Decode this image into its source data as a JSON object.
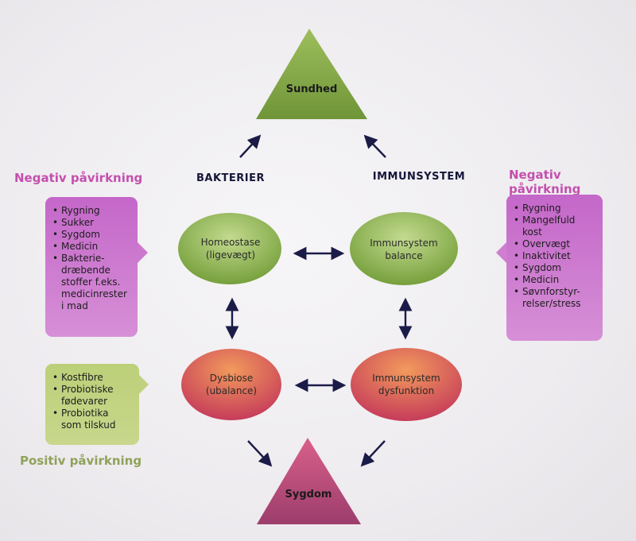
{
  "top_triangle": {
    "label": "Sundhed"
  },
  "bottom_triangle": {
    "label": "Sygdom"
  },
  "captions": {
    "left": "BAKTERIER",
    "right": "IMMUNSYSTEM"
  },
  "ovals": {
    "homeostase": "Homeostase\n(ligevægt)",
    "immun_balance": "Immunsystem\nbalance",
    "dysbiose": "Dysbiose\n(ubalance)",
    "immun_dysfunktion": "Immunsystem\ndysfunktion"
  },
  "left_negative": {
    "heading": "Negativ påvirkning",
    "items": [
      "Rygning",
      "Sukker",
      "Sygdom",
      "Medicin",
      "Bakterie-\ndræbende\nstoffer f.eks.\nmedicinrester\ni mad"
    ]
  },
  "right_negative": {
    "heading": "Negativ påvirkning",
    "items": [
      "Rygning",
      "Mangelfuld\nkost",
      "Overvægt",
      "Inaktivitet",
      "Sygdom",
      "Medicin",
      "Søvnforstyr-\nrelser/stress"
    ]
  },
  "left_positive": {
    "heading": "Positiv påvirkning",
    "items": [
      "Kostfibre",
      "Probiotiske\nfødevarer",
      "Probiotika\nsom tilskud"
    ]
  },
  "colors": {
    "green_dark": "#79a03f",
    "green_light": "#b5d081",
    "red_dark": "#c8415a",
    "red_light": "#ef8a57",
    "pink_triangle": "#b94a78",
    "arrow": "#1b1b48",
    "purple_box": "#c96bcc",
    "green_box": "#c2d383"
  }
}
